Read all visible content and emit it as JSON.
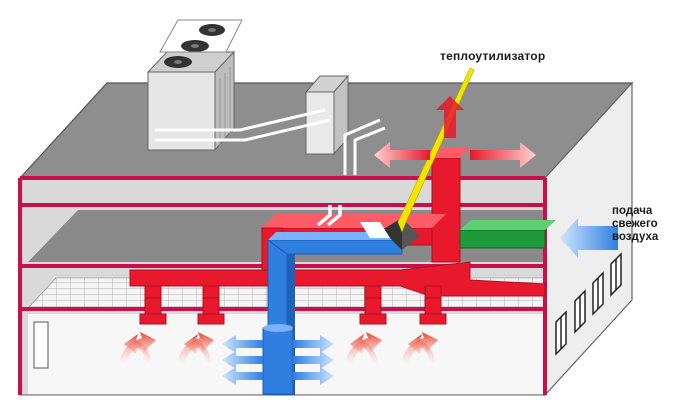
{
  "labels": {
    "heat_recovery": "теплоутилизатор",
    "fresh_air": [
      "подача",
      "свежего",
      "воздуха"
    ]
  },
  "colors": {
    "warm_air": "#e8192c",
    "cool_air": "#2f7fe0",
    "fresh_air_duct": "#1f9a3a",
    "pointer": "#f2e600",
    "frame": "#c8104f",
    "wall": "#eeeeee",
    "slab": "#8e8e8e"
  }
}
